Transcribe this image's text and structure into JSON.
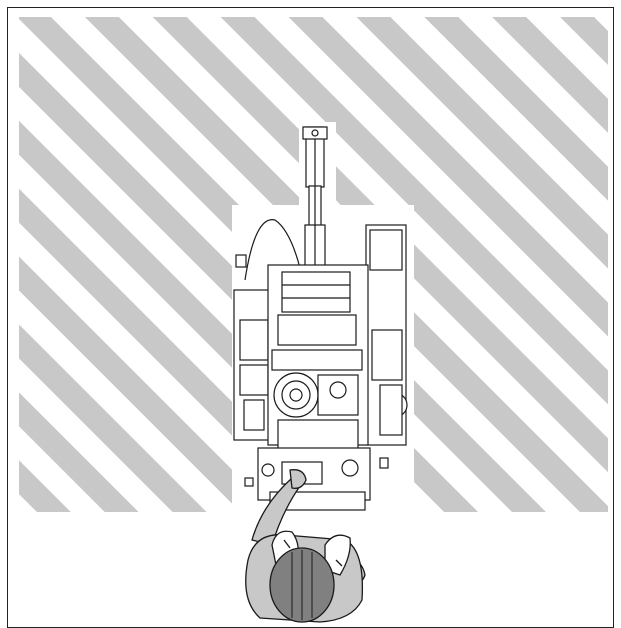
{
  "figure": {
    "kind": "safety-zone-illustration",
    "view": "top-view",
    "hazard_zone": {
      "pattern": "diagonal-stripes",
      "stripe_color": "#c8c8c8",
      "background": "#ffffff"
    },
    "line_color": "#1a1a1a",
    "components": [
      "machine-outline",
      "operator-figure",
      "hard-hat-icon",
      "boom-arm"
    ]
  }
}
